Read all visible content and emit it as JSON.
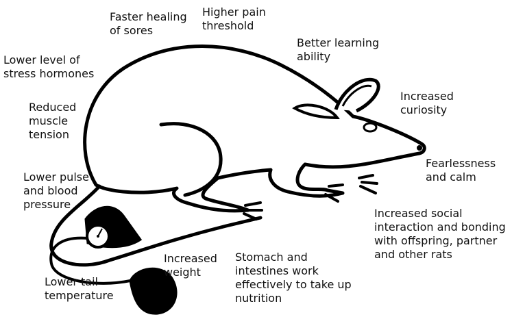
{
  "labels": {
    "faster_healing": "Faster healing\nof sores",
    "higher_pain": "Higher pain\nthreshold",
    "better_learning": "Better learning\nability",
    "lower_stress": "Lower level of\nstress hormones",
    "reduced_tension": "Reduced\nmuscle\ntension",
    "increased_curiosity": "Increased\ncuriosity",
    "fearlessness": "Fearlessness\nand calm",
    "lower_pulse": "Lower pulse\nand blood\npressure",
    "increased_social": "Increased social\ninteraction and bonding\nwith offspring, partner\nand other rats",
    "increased_weight": "Increased\nweight",
    "stomach": "Stomach and\nintestines work\neffectively to take up\nnutrition",
    "lower_tail": "Lower tail\ntemperature"
  },
  "colors": {
    "ink": "#000000",
    "background": "#ffffff"
  }
}
